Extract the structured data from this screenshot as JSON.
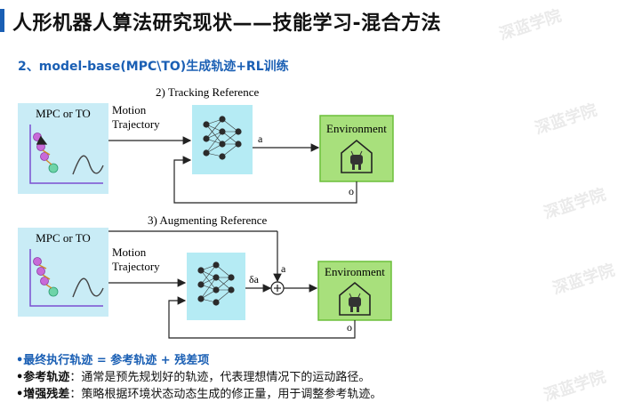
{
  "header": {
    "title": "人形机器人算法研究现状——技能学习-混合方法"
  },
  "section": {
    "subtitle": "2、model-base(MPC\\TO)生成轨迹+RL训练"
  },
  "diagram": {
    "top": {
      "caption": "2) Tracking Reference",
      "source_box": "MPC or TO",
      "motion_line1": "Motion",
      "motion_line2": "Trajectory",
      "action_label": "a",
      "env_label": "Environment",
      "obs_label": "o"
    },
    "bottom": {
      "caption": "3) Augmenting Reference",
      "source_box": "MPC or TO",
      "motion_line1": "Motion",
      "motion_line2": "Trajectory",
      "delta_label": "δa",
      "action_label": "a",
      "env_label": "Environment",
      "obs_label": "o"
    }
  },
  "bullets": {
    "line1": "•最终执行轨迹 = 参考轨迹 + 残差项",
    "line2_head": "•参考轨迹",
    "line2_body": "：通常是预先规划好的轨迹，代表理想情况下的运动路径。",
    "line3_head": "•增强残差",
    "line3_body": "：策略根据环境状态动态生成的修正量，用于调整参考轨迹。"
  },
  "watermark": {
    "text": "深蓝学院"
  },
  "colors": {
    "accent": "#1a5fb4",
    "source_box": "#c9ecf6",
    "policy_box": "#b5ebf4",
    "env_box": "#a8e07c",
    "env_border": "#6bbf3a",
    "traj_points": "#c86ad8",
    "traj_end": "#6ed4a8"
  }
}
